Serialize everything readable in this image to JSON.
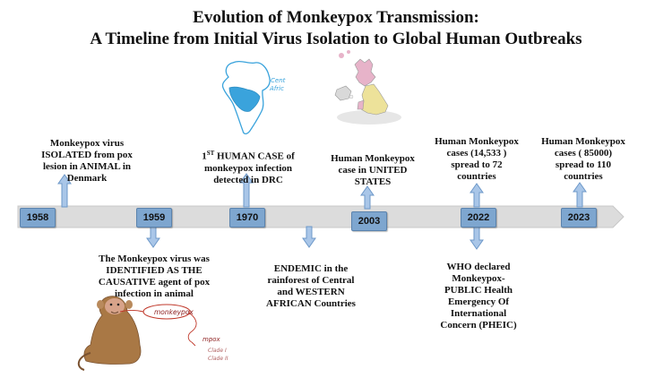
{
  "title": {
    "line1": "Evolution of Monkeypox Transmission:",
    "line2": "A Timeline from Initial Virus Isolation to Global Human Outbreaks"
  },
  "years": [
    "1958",
    "1959",
    "1970",
    "2003",
    "2022",
    "2023"
  ],
  "events": {
    "e1958": "Monkeypox virus ISOLATED from pox lesion in ANIMAL  in Denmark",
    "e1959": "The Monkeypox virus was IDENTIFIED AS THE CAUSATIVE agent of pox infection in animal",
    "e1970_sup": "ST",
    "e1970_pre": "1",
    "e1970": " HUMAN CASE of monkeypox infection detected in DRC",
    "endemic": "ENDEMIC in the rainforest of Central and WESTERN AFRICAN Countries",
    "e2003": "Human Monkeypox case in UNITED STATES",
    "e2022a": "Human Monkeypox cases (14,533 ) spread to 72 countries",
    "e2022b": "WHO declared Monkeypox- PUBLIC Health Emergency Of International Concern (PHEIC)",
    "e2023": "Human Monkeypox cases ( 85000)  spread to 110  countries"
  },
  "sketch": {
    "map_label1": "Cent",
    "map_label2": "Afric",
    "monkeypox": "monkeypox",
    "mpox": "mpox",
    "clade1": "Clade I",
    "clade2": "Clade II"
  },
  "colors": {
    "arrow_fill": "#a9c6e8",
    "arrow_stroke": "#6d98c9",
    "year_box": "#7ea6cf",
    "timeline_bar": "#dcdcdc",
    "africa_fill": "#3aa3dc",
    "uk_pink": "#e7b3c9",
    "uk_yellow": "#ede29a"
  }
}
